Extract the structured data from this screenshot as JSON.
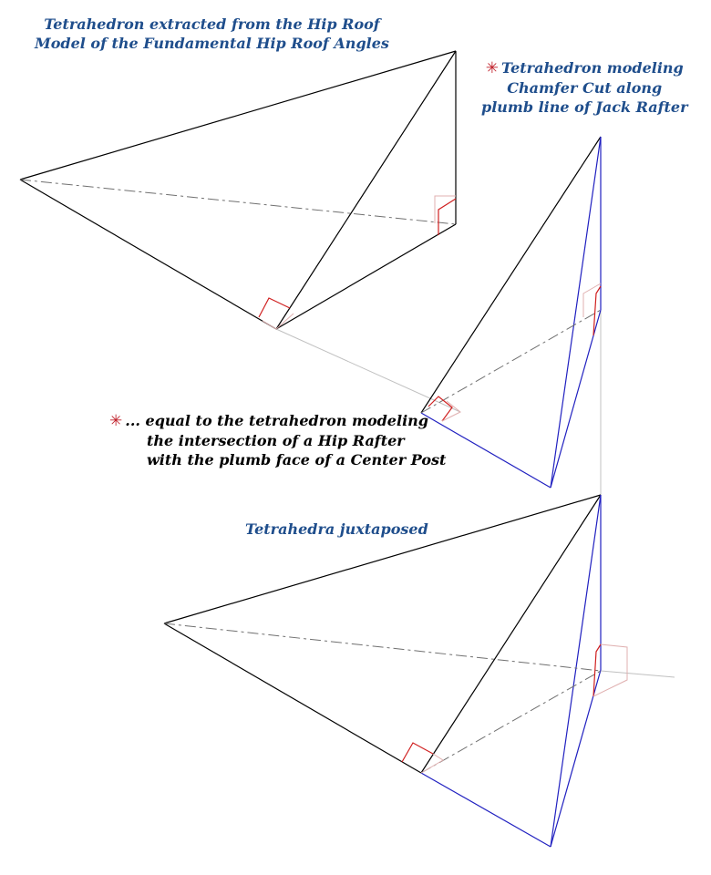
{
  "labels": {
    "title_top": {
      "line1": "Tetrahedron extracted from the Hip Roof",
      "line2": "Model of the Fundamental Hip Roof Angles"
    },
    "chamfer": {
      "marker": "✳",
      "line1": "Tetrahedron modeling",
      "line2": "Chamfer Cut along",
      "line3": "plumb line of Jack Rafter"
    },
    "equal": {
      "marker": "✳",
      "line1": "... equal to the tetrahedron modeling",
      "line2": "the intersection of a Hip Rafter",
      "line3": "with the plumb face of a Center Post"
    },
    "juxtaposed": "Tetrahedra juxtaposed"
  },
  "colors": {
    "edge": "#000000",
    "blue_edge": "#2020c0",
    "hidden_edge": "#707070",
    "guide_line": "#c0c0c0",
    "right_angle": "#d02020",
    "right_angle_light": "#e0b0b0",
    "label_text": "#1f4e8c",
    "marker": "#c0202a"
  }
}
